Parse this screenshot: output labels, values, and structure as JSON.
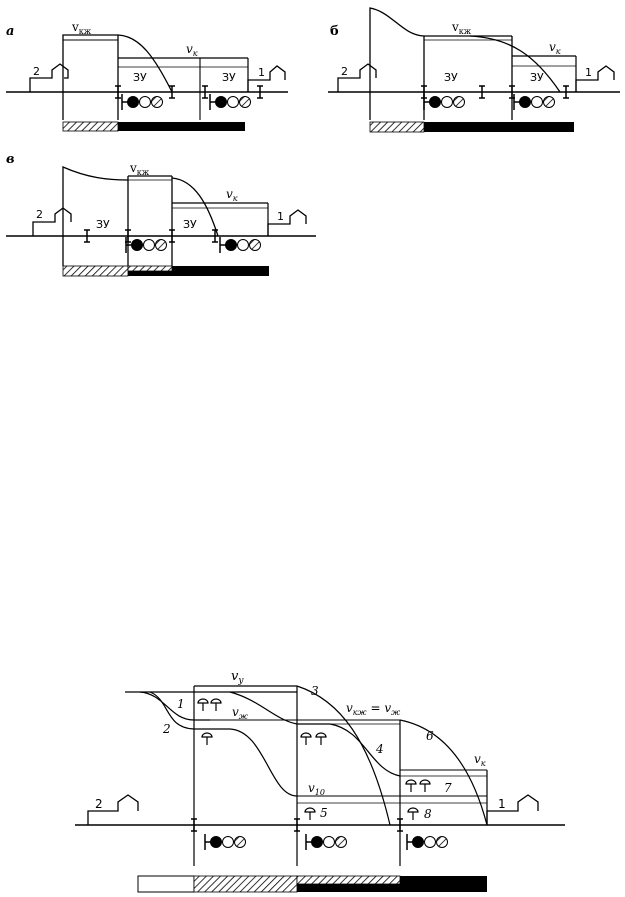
{
  "panel_a": {
    "label": "а",
    "v_kzh": "v",
    "v_kzh_sub": "кж",
    "v_k": "v",
    "v_k_sub": "к",
    "zu_1": "ЗУ",
    "zu_2": "ЗУ",
    "train_2": "2",
    "train_1": "1"
  },
  "panel_b": {
    "label": "б",
    "v_kzh": "v",
    "v_kzh_sub": "кж",
    "v_k": "v",
    "v_k_sub": "к",
    "zu_1": "ЗУ",
    "zu_2": "ЗУ",
    "train_2": "2",
    "train_1": "1"
  },
  "panel_c": {
    "label": "в",
    "v_kzh": "v",
    "v_kzh_sub": "кж",
    "v_k": "v",
    "v_k_sub": "к",
    "zu_1": "ЗУ",
    "zu_2": "ЗУ",
    "train_2": "2",
    "train_1": "1"
  },
  "panel_d": {
    "v_y": "v",
    "v_y_sub": "у",
    "v_zh": "v",
    "v_zh_sub": "ж",
    "v_kzh_eq": "v",
    "v_kzh_eq_sub": "кж",
    "eq_sign": " = v",
    "eq_sub": "ж",
    "v_k": "v",
    "v_k_sub": "к",
    "v_10": "v",
    "v_10_sub": "10",
    "curve_1": "1",
    "curve_2": "2",
    "curve_3": "3",
    "curve_4": "4",
    "curve_6": "6",
    "curve_5": "5",
    "curve_7": "7",
    "curve_8": "8",
    "train_2": "2",
    "train_1": "1"
  },
  "colors": {
    "ink": "#000000",
    "paper": "#ffffff"
  }
}
